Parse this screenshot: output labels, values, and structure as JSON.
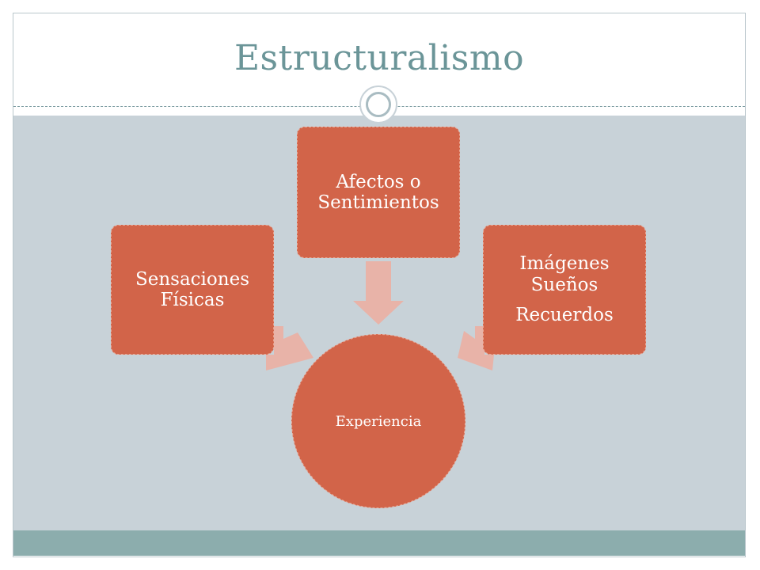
{
  "slide": {
    "title": "Estructuralismo"
  },
  "diagram": {
    "center": "Experiencia",
    "nodes": {
      "left": {
        "lines": [
          "Sensaciones",
          "Físicas"
        ]
      },
      "top": {
        "lines": [
          "Afectos o",
          "Sentimientos"
        ]
      },
      "right": {
        "lines": [
          "Imágenes",
          "Sueños",
          "Recuerdos"
        ]
      }
    }
  },
  "colors": {
    "title": "#6b9598",
    "box_fill": "#d26449",
    "arrow_fill": "#e8b3a8",
    "content_bg": "#c8d2d8",
    "bottom_band": "#8cadad"
  }
}
